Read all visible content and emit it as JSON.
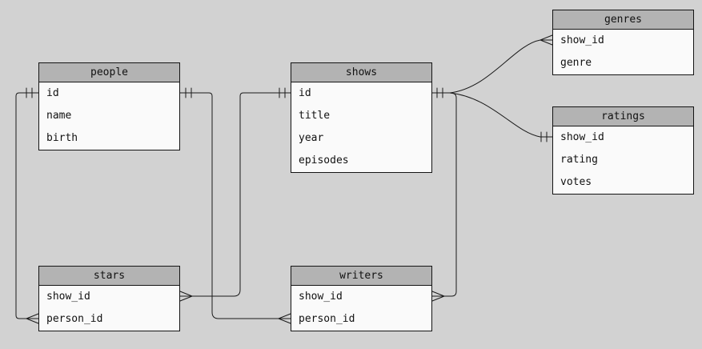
{
  "diagram": {
    "title": "shows database entity relationship diagram",
    "colors": {
      "background": "#d2d2d2",
      "table_header": "#b3b3b3",
      "table_body": "#fafafa",
      "line": "#1a1a1a"
    }
  },
  "tables": {
    "people": {
      "title": "people",
      "rows": [
        "id",
        "name",
        "birth"
      ]
    },
    "shows": {
      "title": "shows",
      "rows": [
        "id",
        "title",
        "year",
        "episodes"
      ]
    },
    "genres": {
      "title": "genres",
      "rows": [
        "show_id",
        "genre"
      ]
    },
    "ratings": {
      "title": "ratings",
      "rows": [
        "show_id",
        "rating",
        "votes"
      ]
    },
    "stars": {
      "title": "stars",
      "rows": [
        "show_id",
        "person_id"
      ]
    },
    "writers": {
      "title": "writers",
      "rows": [
        "show_id",
        "person_id"
      ]
    }
  },
  "relationships": [
    {
      "from": "people.id",
      "to": "stars.person_id",
      "from_marker": "one",
      "to_marker": "many"
    },
    {
      "from": "people.id",
      "to": "writers.person_id",
      "from_marker": "one",
      "to_marker": "many"
    },
    {
      "from": "shows.id",
      "to": "stars.show_id",
      "from_marker": "one",
      "to_marker": "many"
    },
    {
      "from": "shows.id",
      "to": "genres.show_id",
      "from_marker": "one",
      "to_marker": "many"
    },
    {
      "from": "shows.id",
      "to": "ratings.show_id",
      "from_marker": "one",
      "to_marker": "one"
    },
    {
      "from": "shows.id",
      "to": "writers.show_id",
      "from_marker": "one",
      "to_marker": "many"
    }
  ]
}
